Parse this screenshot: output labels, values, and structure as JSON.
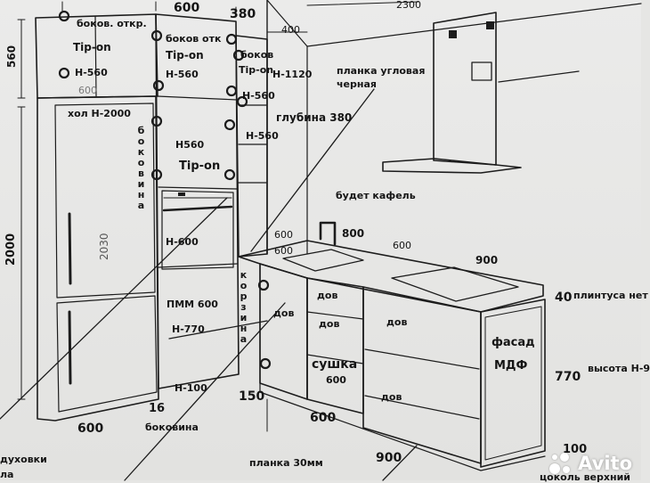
{
  "dims": {
    "top_600": "600",
    "top_380": "380",
    "top_400": "400",
    "top_2300": "2300",
    "left_560": "560",
    "left_2000": "2000",
    "fridge_2030": "2030",
    "fridge_600_faint": "600",
    "upper_600": "600",
    "mid_600": "600",
    "mid_800": "800",
    "mid_600b": "600",
    "mid_900": "900",
    "bottom_600": "600",
    "bottom_16": "16",
    "bottom_150": "150",
    "bottom_600b": "600",
    "bottom_900": "900",
    "bottom_100": "100",
    "right_40": "40",
    "right_770": "770"
  },
  "labels": {
    "bokov_otkr": "боков. откр.",
    "tipon_1": "Tip-on",
    "h560_1": "Н-560",
    "bokov_otk": "боков отк",
    "tipon_2": "Tip-on",
    "h560_2": "Н-560",
    "bokov_2": "боков",
    "h1120": "Н-1120",
    "tipon_3": "Tip-on",
    "h560_3": "Н-560",
    "glubina": "глубина 380",
    "planka_uglovaya": "планка угловая черная",
    "hol": "хол Н-2000",
    "bokovina_vert": "боковина",
    "h560_4": "Н560",
    "tipon_4": "Tip-on",
    "h560_5": "Н-560",
    "budet_kafel": "будет кафель",
    "h600": "Н-600",
    "pmm": "ПММ 600",
    "h770": "Н-770",
    "korzina_vert": "корзина",
    "dov_1": "дов",
    "dov_2": "дов",
    "dov_3": "дов",
    "dov_4": "дов",
    "dov_5": "дов",
    "sushka": "сушка",
    "sushka_600": "600",
    "fasad": "фасад",
    "mdf": "МДФ",
    "plintus": "плинтуса нет",
    "vysota": "высота Н-9",
    "h100": "Н-100",
    "bokovina_bottom": "боковина",
    "planka_30": "планка 30мм",
    "duhovki": "духовки",
    "la": "ла",
    "cokol": "цоколь верхний"
  },
  "watermark": {
    "text": "Avito",
    "dot_colors": [
      "#ffffff",
      "#ffffff",
      "#ffffff",
      "#ffffff"
    ]
  }
}
